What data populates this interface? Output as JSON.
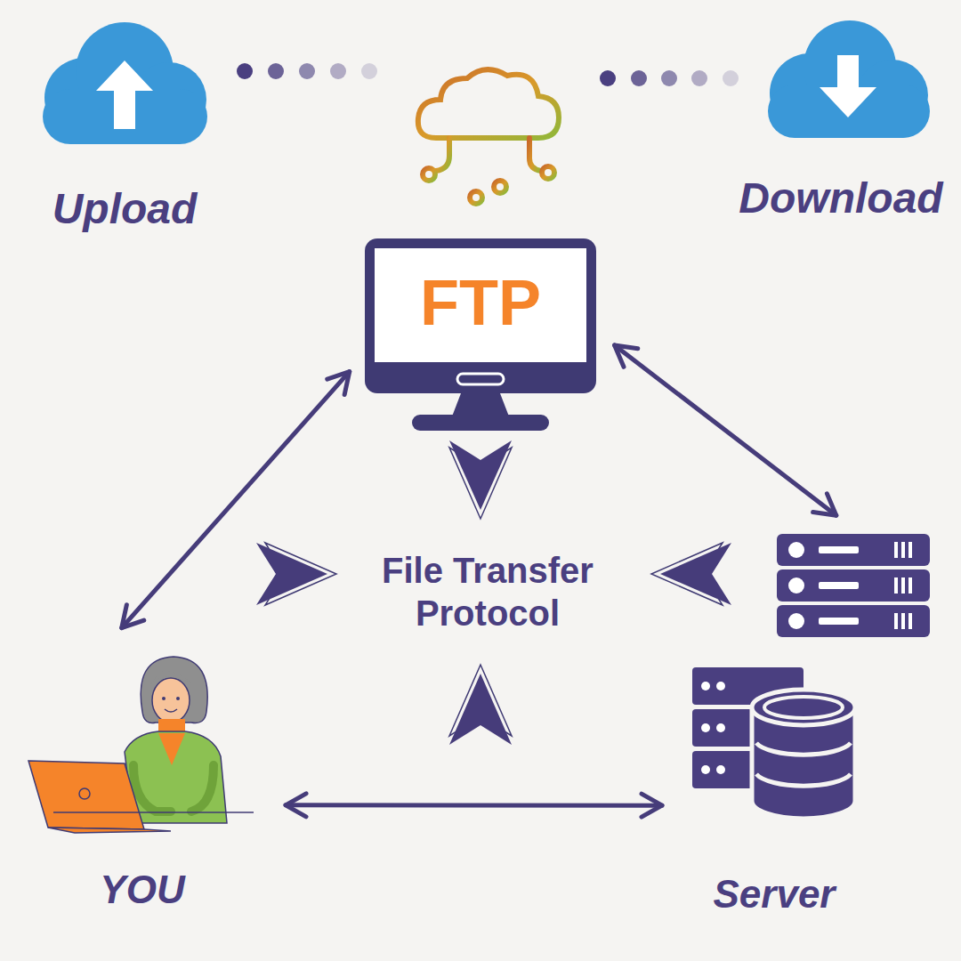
{
  "diagram": {
    "nodes": [
      {
        "text": [
          "Upload"
        ]
      },
      {
        "text": [
          "Download"
        ]
      },
      {
        "text": [
          "FTP"
        ]
      },
      {
        "text": [
          "File Transfer Protocol"
        ]
      },
      {
        "text": [
          "YOU"
        ]
      },
      {
        "text": [
          "Server"
        ]
      }
    ],
    "edges": [
      {
        "from": 2,
        "to": 4,
        "arrow": "both"
      },
      {
        "from": 2,
        "to": 5,
        "arrow": "both"
      },
      {
        "from": 4,
        "to": 5,
        "arrow": "both"
      }
    ]
  }
}
